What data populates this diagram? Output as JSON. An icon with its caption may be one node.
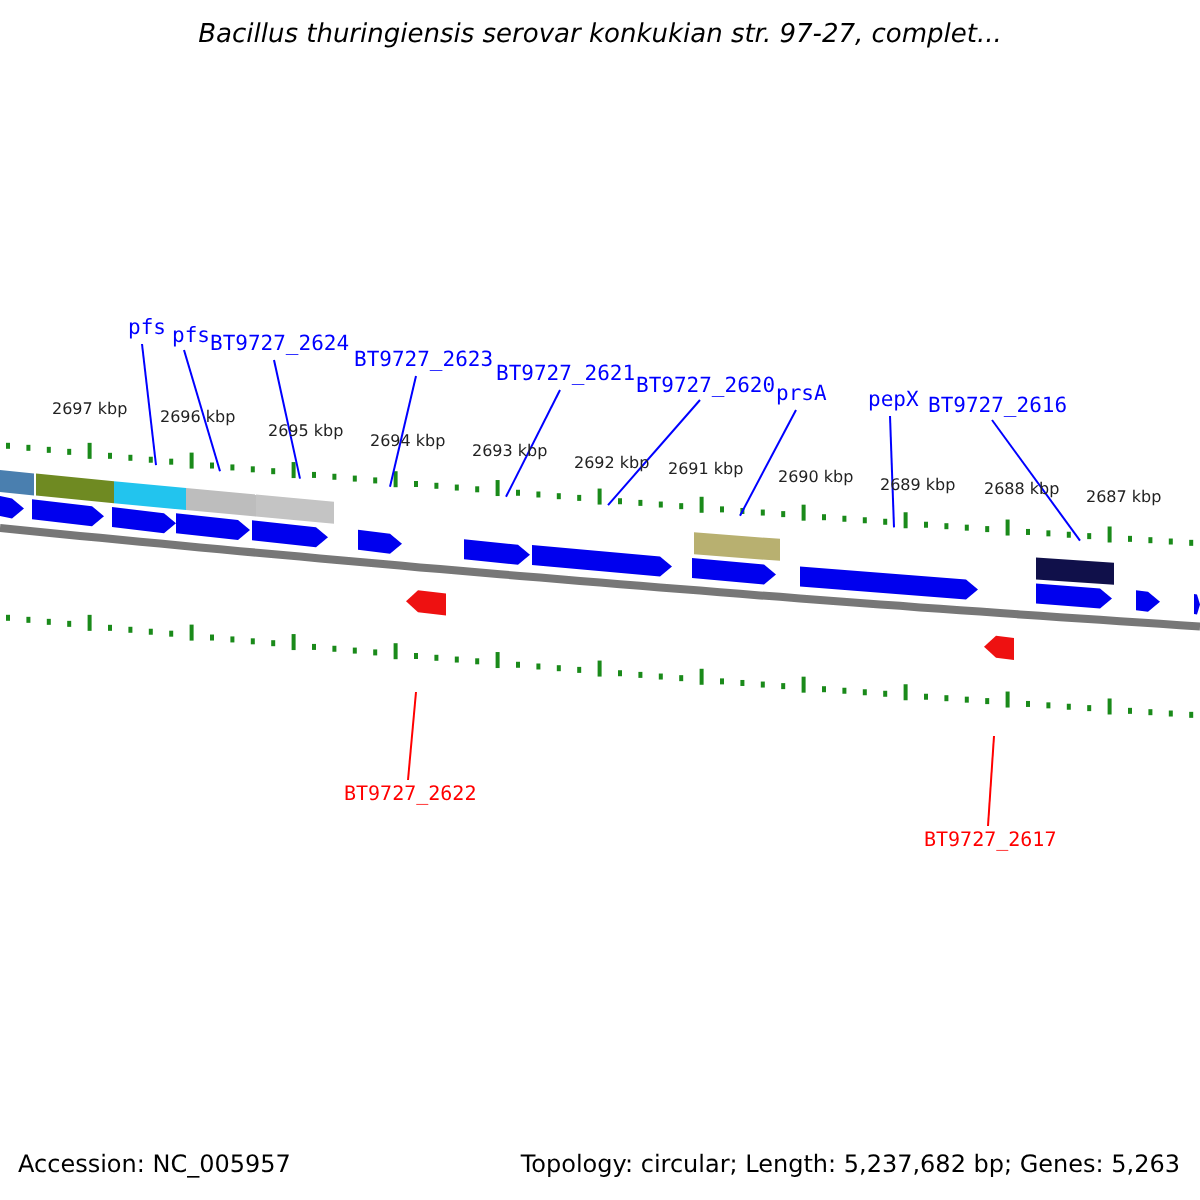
{
  "diagram": {
    "title": "Bacillus thuringiensis serovar konkukian str. 97-27, complet...",
    "nodes": [
      {
        "text": [
          "pfs"
        ]
      },
      {
        "text": [
          "pfs"
        ]
      },
      {
        "text": [
          "BT9727_2624"
        ]
      },
      {
        "text": [
          "BT9727_2623"
        ]
      },
      {
        "text": [
          "BT9727_2621"
        ]
      },
      {
        "text": [
          "BT9727_2620"
        ]
      },
      {
        "text": [
          "prsA"
        ]
      },
      {
        "text": [
          "pepX"
        ]
      },
      {
        "text": [
          "BT9727_2616"
        ]
      },
      {
        "text": [
          "BT9727_2622"
        ]
      },
      {
        "text": [
          "BT9727_2617"
        ]
      }
    ],
    "edges": [
      {
        "from": 0,
        "to": null,
        "arrow": "none"
      },
      {
        "from": 1,
        "to": null,
        "arrow": "none"
      },
      {
        "from": 2,
        "to": null,
        "arrow": "none"
      },
      {
        "from": 3,
        "to": null,
        "arrow": "none"
      },
      {
        "from": 4,
        "to": null,
        "arrow": "none"
      },
      {
        "from": 5,
        "to": null,
        "arrow": "none"
      },
      {
        "from": 6,
        "to": null,
        "arrow": "none"
      },
      {
        "from": 7,
        "to": null,
        "arrow": "none"
      },
      {
        "from": 8,
        "to": null,
        "arrow": "none"
      },
      {
        "from": 9,
        "to": null,
        "arrow": "none",
        "color": "#ff0000"
      },
      {
        "from": 10,
        "to": null,
        "arrow": "none",
        "color": "#ff0000"
      }
    ],
    "labels": [
      "2697 kbp",
      "2696 kbp",
      "2695 kbp",
      "2694 kbp",
      "2693 kbp",
      "2692 kbp",
      "2691 kbp",
      "2690 kbp",
      "2689 kbp",
      "2688 kbp",
      "2687 kbp",
      "Accession: NC_005957",
      "Topology: circular; Length: 5,237,682 bp; Genes: 5,263"
    ]
  }
}
